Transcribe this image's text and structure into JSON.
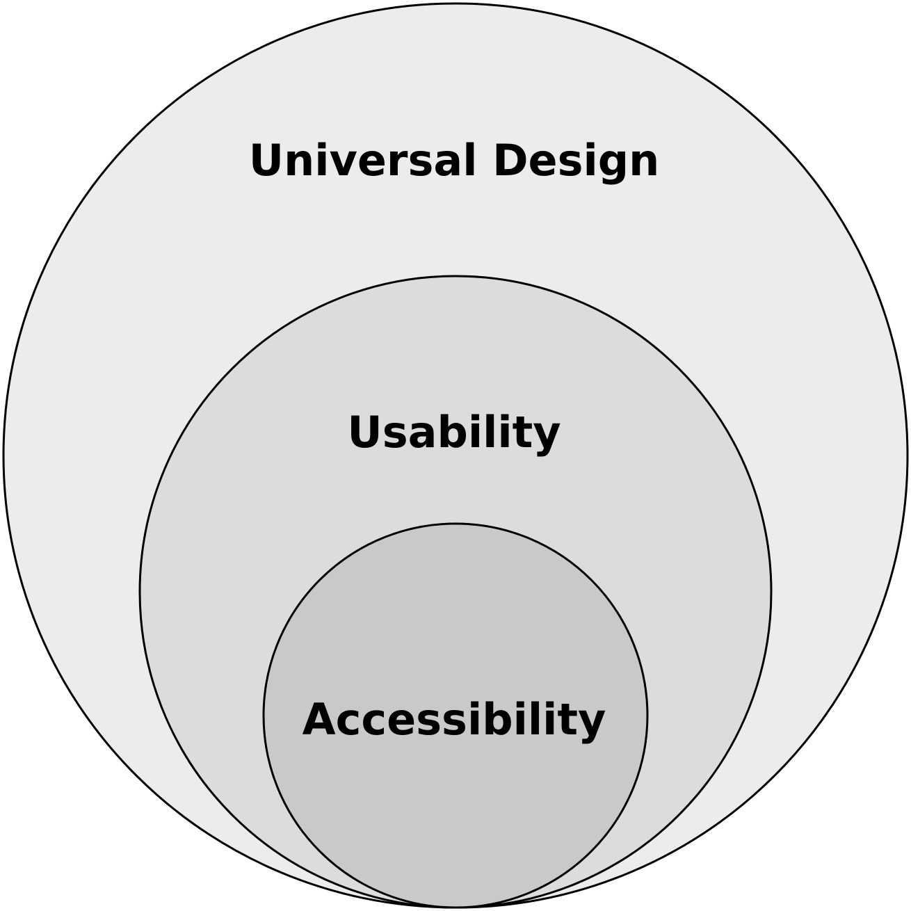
{
  "diagram": {
    "outer": {
      "label": "Universal Design",
      "fill": "#ececec"
    },
    "middle": {
      "label": "Usability",
      "fill": "#dcdcdc"
    },
    "inner": {
      "label": "Accessibility",
      "fill": "#c9c9c9"
    },
    "stroke": "#000000",
    "background": "#ffffff"
  }
}
